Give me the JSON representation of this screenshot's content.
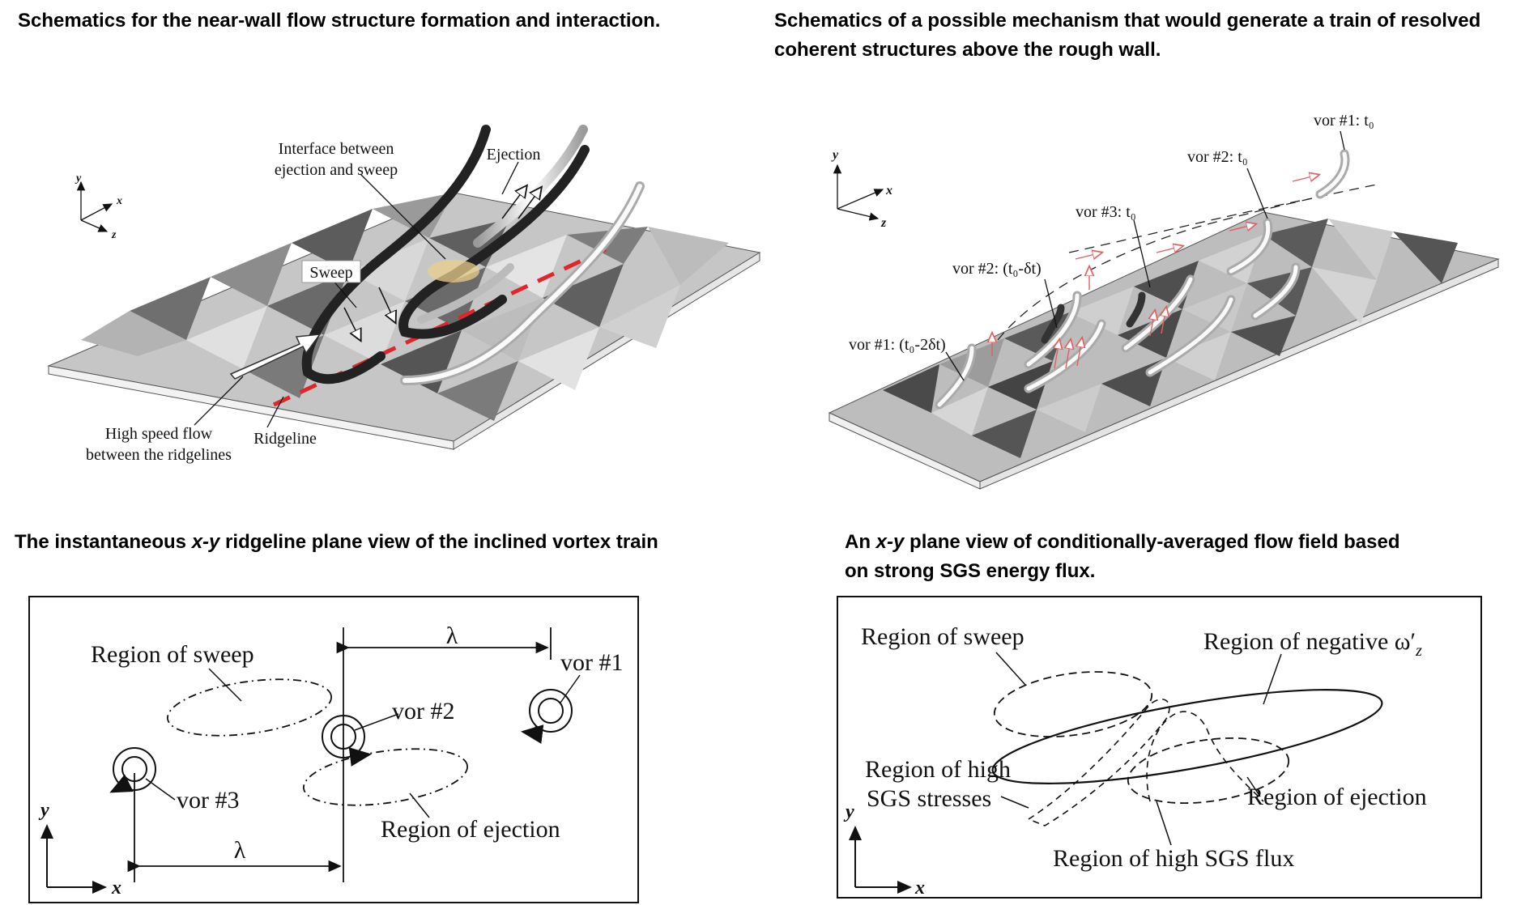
{
  "panels": [
    {
      "title": "Schematics for the near-wall flow structure formation and interaction.",
      "labels": {
        "interface": [
          "Interface between",
          "ejection and sweep"
        ],
        "ejection": "Ejection",
        "sweep": "Sweep",
        "high_speed": [
          "High speed flow",
          "between the ridgelines"
        ],
        "ridgeline": "Ridgeline",
        "axis_y": "y",
        "axis_x": "x",
        "axis_z": "z"
      }
    },
    {
      "title": [
        "Schematics of a possible mechanism that would generate a train of resolved",
        "coherent structures above the rough wall."
      ],
      "labels": {
        "vor1_t0": "vor #1: t₀",
        "vor2_t0": "vor #2: t₀",
        "vor3_t0": "vor #3: t₀",
        "vor2_prev": "vor #2: (t₀-δt)",
        "vor1_prev": "vor #1: (t₀-2δt)",
        "axis_y": "y",
        "axis_x": "x",
        "axis_z": "z"
      }
    },
    {
      "title_pre": "The instantaneous ",
      "title_em": "x-y",
      "title_post": " ridgeline plane view of the inclined vortex train",
      "labels": {
        "sweep": "Region of sweep",
        "ejection": "Region of ejection",
        "vor1": "vor #1",
        "vor2": "vor #2",
        "vor3": "vor #3",
        "lambda_top": "λ",
        "lambda_bottom": "λ",
        "axis_y": "y",
        "axis_x": "x"
      }
    },
    {
      "title_pre": "An ",
      "title_em": "x-y",
      "title_post": " plane view of conditionally-averaged flow field based",
      "title_line2": "on strong SGS energy flux.",
      "labels": {
        "sweep": "Region of sweep",
        "negative": "Region of negative ω′",
        "negative_sub": "z",
        "high_sgs_stress_1": "Region of high",
        "high_sgs_stress_2": "SGS stresses",
        "ejection": "Region of ejection",
        "high_sgs_flux": "Region of high SGS flux",
        "axis_y": "y",
        "axis_x": "x"
      }
    }
  ],
  "colors": {
    "red_dash": "#e0262b",
    "pink_arrow": "#e88f8f",
    "tile_light": "#d6d6d6",
    "tile_mid": "#a9a9a9",
    "tile_dark": "#6f6f6f",
    "tile_darkest": "#4a4a4a"
  }
}
